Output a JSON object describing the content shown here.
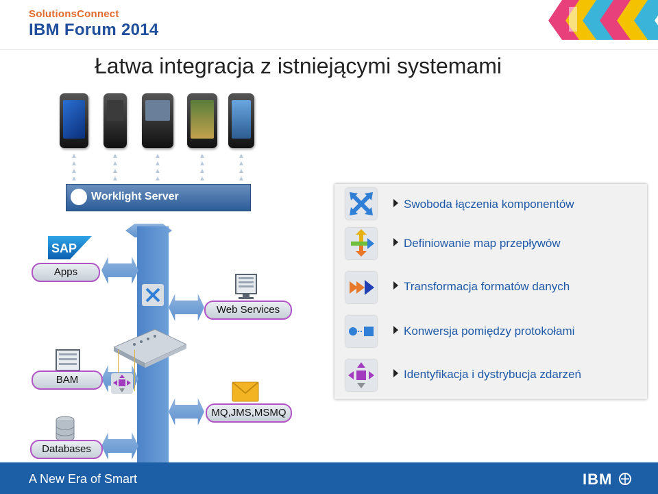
{
  "header": {
    "brand_line1": "SolutionsConnect",
    "brand_line2": "IBM Forum 2014"
  },
  "title": "Łatwa integracja z istniejącymi systemami",
  "worklight": {
    "label": "Worklight Server"
  },
  "sap": {
    "label": "SAP"
  },
  "pills": {
    "apps": "Apps",
    "web_services": "Web Services",
    "bam": "BAM",
    "mq": "MQ,JMS,MSMQ",
    "databases": "Databases"
  },
  "features": [
    {
      "label": "Swoboda łączenia komponentów",
      "icon": "cross-arrows-icon"
    },
    {
      "label": "Definiowanie map przepływów",
      "icon": "flow-arrows-icon"
    },
    {
      "label": "Transformacja formatów danych",
      "icon": "transform-icon"
    },
    {
      "label": "Konwersja pomiędzy protokołami",
      "icon": "protocol-convert-icon"
    },
    {
      "label": "Identyfikacja i dystrybucja zdarzeń",
      "icon": "event-distribution-icon"
    }
  ],
  "footer": {
    "tagline": "A New Era of Smart",
    "logo": "IBM"
  },
  "colors": {
    "accent_blue": "#1d5fa7",
    "pill_border": "#b155c6",
    "feature_text": "#1f5aa8"
  }
}
